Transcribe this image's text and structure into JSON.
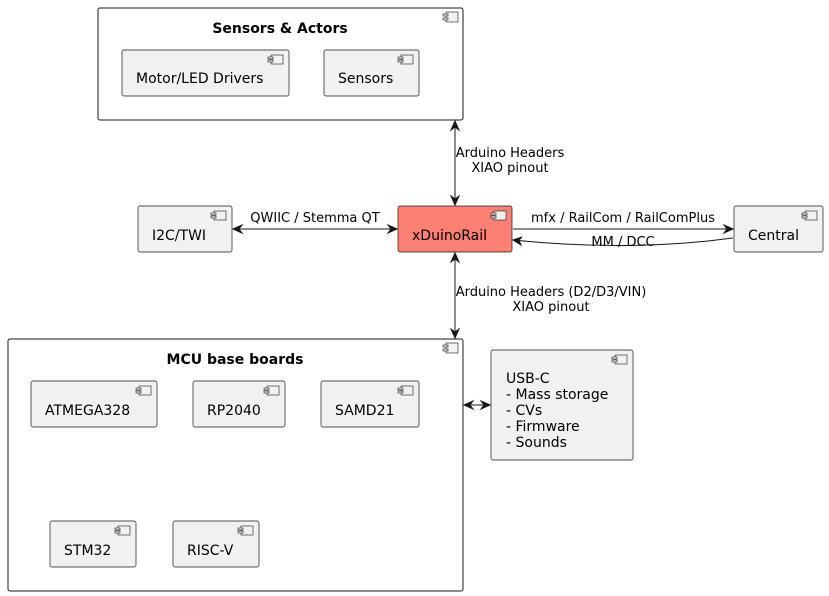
{
  "packages": {
    "sensors_actors": {
      "title": "Sensors & Actors",
      "children": [
        "Motor/LED Drivers",
        "Sensors"
      ]
    },
    "mcu_boards": {
      "title": "MCU base boards",
      "children": [
        "ATMEGA328",
        "RP2040",
        "SAMD21",
        "STM32",
        "RISC-V"
      ]
    }
  },
  "components": {
    "xduinorail": "xDuinoRail",
    "i2c": "I2C/TWI",
    "central": "Central",
    "usbc": [
      "USB-C",
      "- Mass storage",
      "- CVs",
      "- Firmware",
      "- Sounds"
    ]
  },
  "edges": {
    "top_link": [
      "Arduino Headers",
      "XIAO pinout"
    ],
    "qwiic": "QWIIC / Stemma QT",
    "to_central": "mfx / RailCom / RailComPlus",
    "from_central": "MM / DCC",
    "bottom_link": [
      "Arduino Headers (D2/D3/VIN)",
      "XIAO pinout"
    ]
  },
  "colors": {
    "highlight": "#fa8072",
    "component_fill": "#f1f1f1",
    "stroke": "#181818"
  }
}
